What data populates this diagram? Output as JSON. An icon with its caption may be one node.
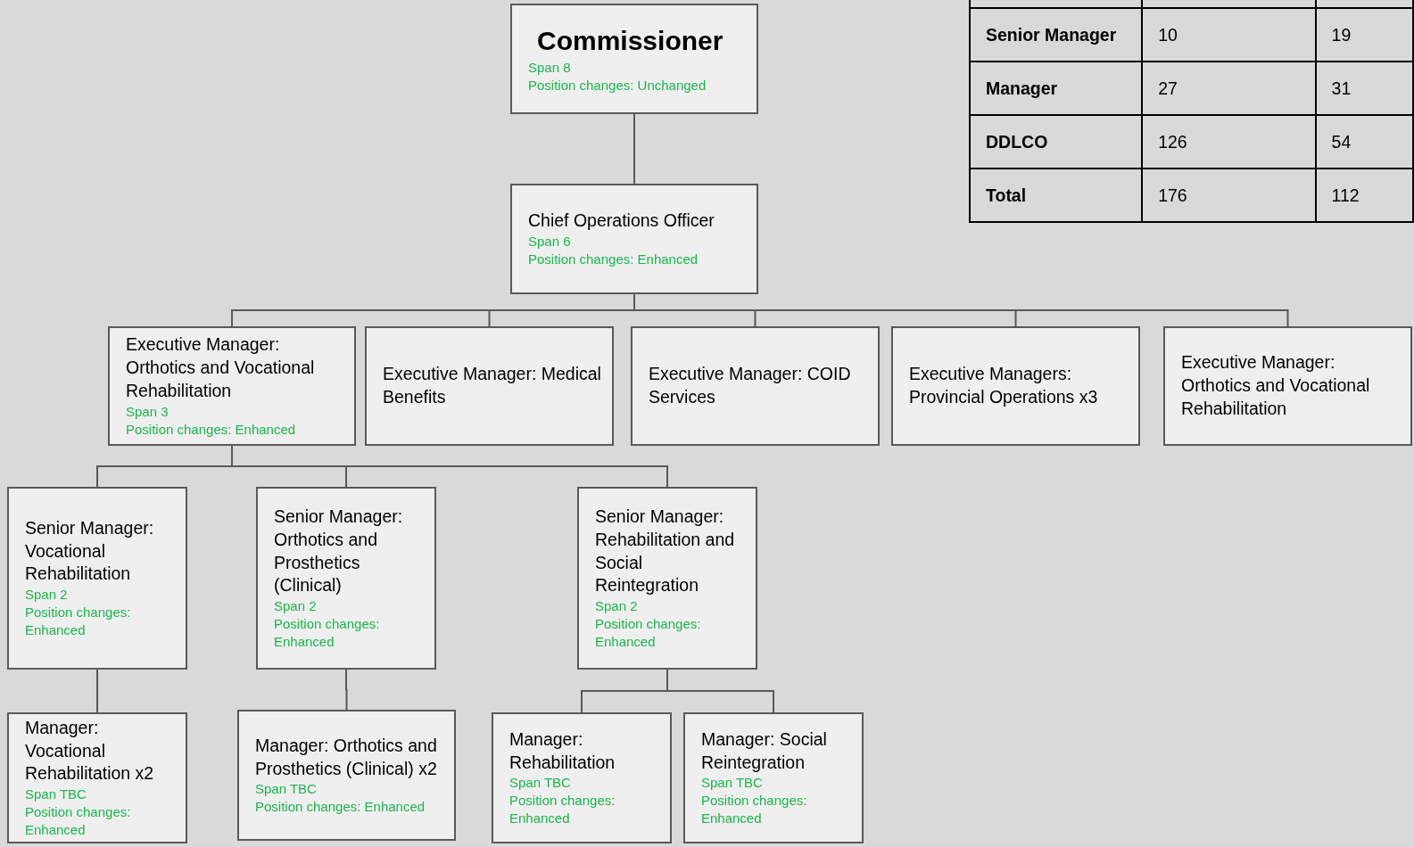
{
  "diagram": {
    "nodes": [
      {
        "text": [
          "Commissioner",
          "Span 8",
          "Position changes: Unchanged"
        ]
      },
      {
        "text": [
          "Chief Operations Officer",
          "Span 6",
          "Position changes: Enhanced"
        ]
      },
      {
        "text": [
          "Executive Manager: Orthotics and Vocational Rehabilitation",
          "Span 3",
          "Position changes: Enhanced"
        ]
      },
      {
        "text": [
          "Executive Manager: Medical Benefits"
        ]
      },
      {
        "text": [
          "Executive Manager: COID Services"
        ]
      },
      {
        "text": [
          "Executive Managers: Provincial Operations x3"
        ]
      },
      {
        "text": [
          "Executive Manager: Orthotics and Vocational Rehabilitation"
        ]
      },
      {
        "text": [
          "Senior Manager: Vocational Rehabilitation",
          "Span 2",
          "Position changes: Enhanced"
        ]
      },
      {
        "text": [
          "Senior Manager: Orthotics and Prosthetics (Clinical)",
          "Span 2",
          "Position changes: Enhanced"
        ]
      },
      {
        "text": [
          "Senior Manager: Rehabilitation and Social Reintegration",
          "Span 2",
          "Position changes: Enhanced"
        ]
      },
      {
        "text": [
          "Manager: Vocational Rehabilitation x2",
          "Span TBC",
          "Position changes: Enhanced"
        ]
      },
      {
        "text": [
          "Manager: Orthotics and Prosthetics (Clinical) x2",
          "Span TBC",
          "Position changes: Enhanced"
        ]
      },
      {
        "text": [
          "Manager: Rehabilitation",
          "Span TBC",
          "Position changes: Enhanced"
        ]
      },
      {
        "text": [
          "Manager: Social Reintegration",
          "Span TBC",
          "Position changes: Enhanced"
        ]
      }
    ],
    "edges": [
      {
        "from": 0,
        "to": 1,
        "arrow": "none"
      },
      {
        "from": 1,
        "to": 2,
        "arrow": "none"
      },
      {
        "from": 1,
        "to": 3,
        "arrow": "none"
      },
      {
        "from": 1,
        "to": 4,
        "arrow": "none"
      },
      {
        "from": 1,
        "to": 5,
        "arrow": "none"
      },
      {
        "from": 1,
        "to": 6,
        "arrow": "none"
      },
      {
        "from": 2,
        "to": 7,
        "arrow": "none"
      },
      {
        "from": 2,
        "to": 8,
        "arrow": "none"
      },
      {
        "from": 2,
        "to": 9,
        "arrow": "none"
      },
      {
        "from": 7,
        "to": 10,
        "arrow": "none"
      },
      {
        "from": 8,
        "to": 11,
        "arrow": "none"
      },
      {
        "from": 9,
        "to": 12,
        "arrow": "none"
      },
      {
        "from": 9,
        "to": 13,
        "arrow": "none"
      }
    ],
    "labels": [
      "Senior Manager",
      "10",
      "19",
      "Manager",
      "27",
      "31",
      "DDLCO",
      "126",
      "54",
      "Total",
      "176",
      "112"
    ]
  }
}
